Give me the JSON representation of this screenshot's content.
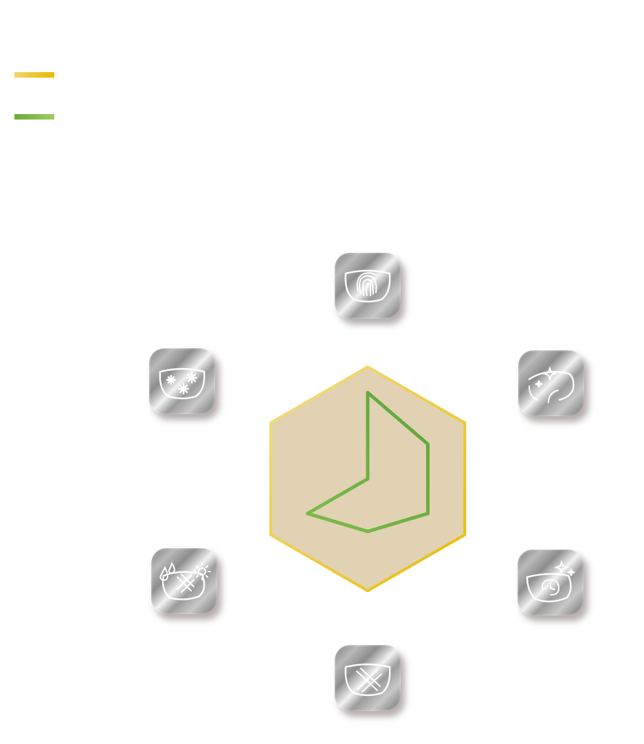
{
  "legend": [
    {
      "key": "gold",
      "label": "",
      "color": "#e6bb00"
    },
    {
      "key": "green",
      "label": "",
      "color": "#6aaa3a"
    }
  ],
  "radar": {
    "fill_color": "#e0d2b2",
    "gold_stroke": "#ecc21a",
    "green_stroke": "#6aaa3a",
    "max": 1.0,
    "axes_order": [
      "top",
      "upper-right",
      "lower-right",
      "bottom",
      "lower-left",
      "upper-left"
    ],
    "gold_values": [
      1.0,
      1.0,
      1.0,
      1.0,
      1.0,
      1.0
    ],
    "green_values": [
      0.77,
      0.62,
      0.62,
      0.47,
      0.62,
      0.0
    ]
  },
  "features": [
    {
      "position": "top",
      "icon": "fingerprint-lens-icon"
    },
    {
      "position": "upper-right",
      "icon": "sparkle-clean-lens-icon"
    },
    {
      "position": "lower-right",
      "icon": "durable-clean-lens-icon"
    },
    {
      "position": "bottom",
      "icon": "scratch-resistant-lens-icon"
    },
    {
      "position": "lower-left",
      "icon": "water-sun-repellent-lens-icon"
    },
    {
      "position": "upper-left",
      "icon": "anti-reflective-lens-icon"
    }
  ]
}
